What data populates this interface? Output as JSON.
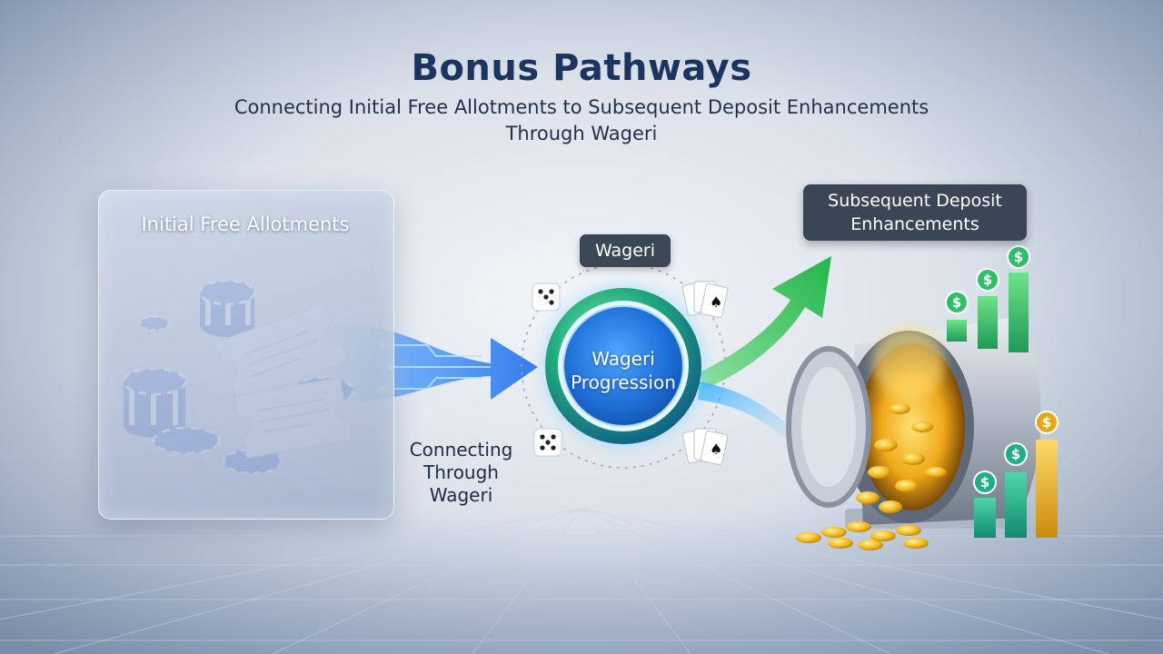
{
  "header": {
    "title": "Bonus Pathways",
    "subtitle": "Connecting Initial Free Allotments to Subsequent Deposit Enhancements Through Wageri"
  },
  "diagram": {
    "left_panel": {
      "label": "Initial Free Allotments"
    },
    "center": {
      "tag": "Wageri",
      "hub_label": "Wageri Progression",
      "connector_label": "Connecting Through Wageri"
    },
    "right": {
      "tag": "Subsequent Deposit Enhancements"
    },
    "icons": [
      "poker-chip-icon",
      "bonus-ticket-icon",
      "dice-icon",
      "playing-cards-icon",
      "vault-icon",
      "gold-coin-icon",
      "dollar-badge-icon",
      "bar-chart-icon",
      "up-arrow-icon"
    ]
  },
  "colors": {
    "title": "#1b3560",
    "chip_blue": "#2f5bd0",
    "flow_blue": "#2a7df0",
    "growth_green": "#34c759",
    "gold": "#f2b91c",
    "tag_dark": "#3a4656"
  }
}
